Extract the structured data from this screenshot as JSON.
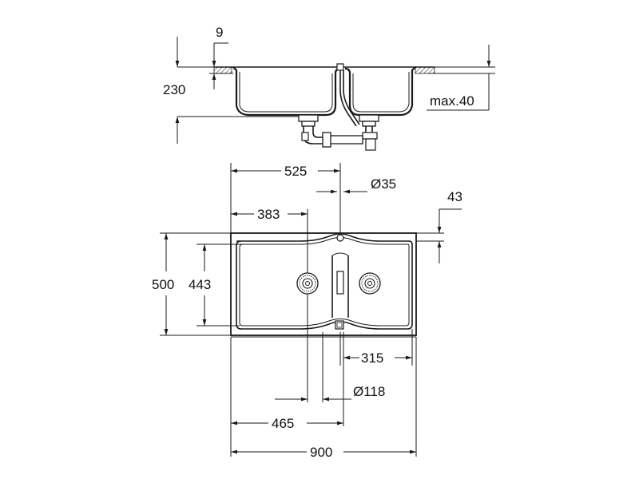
{
  "dimensions": {
    "rim_thickness": "9",
    "bowl_depth": "230",
    "max_deck": "max.40",
    "tap_hole_offset_x": "525",
    "tap_hole_diameter": "Ø35",
    "tap_hole_offset_y": "43",
    "left_drain_offset": "383",
    "overall_depth": "500",
    "bowl_inner_depth": "443",
    "right_bowl_width": "315",
    "drain_diameter": "Ø118",
    "left_bowl_width": "465",
    "overall_width": "900"
  },
  "colors": {
    "line": "#1a1a1a",
    "background": "#ffffff"
  }
}
